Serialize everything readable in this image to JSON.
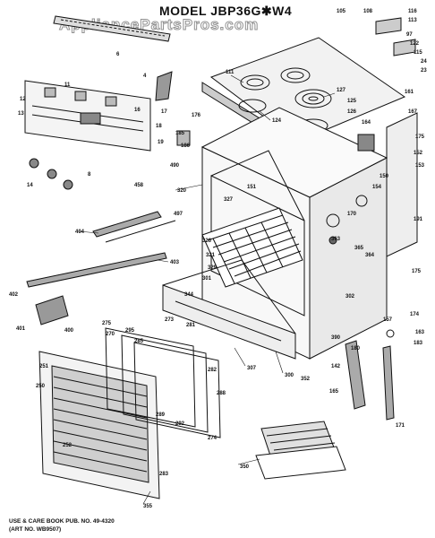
{
  "title": "MODEL  JBP36G✱W4",
  "watermark": "AppliancePartsPros.com",
  "footer": {
    "line1": "USE & CARE BOOK PUB. NO. 49-4320",
    "line2": "(ART NO. WB9507)"
  },
  "part_labels": {
    "l105": "105",
    "l108": "108",
    "l116": "116",
    "l113": "113",
    "l97": "97",
    "l122": "122",
    "l115": "115",
    "l24": "24",
    "l23": "23",
    "l111": "111",
    "l127": "127",
    "l124": "124",
    "l125": "125",
    "l126": "126",
    "l164": "164",
    "l161": "161",
    "l167": "167",
    "l175": "175",
    "l153": "153",
    "l191": "191",
    "l150": "150",
    "l154": "154",
    "l170": "170",
    "l363": "363",
    "l364": "364",
    "l365": "365",
    "l151": "151",
    "l327": "327",
    "l403": "403",
    "l404": "404",
    "l402": "402",
    "l401": "401",
    "l400": "400",
    "l497": "497",
    "l326": "326",
    "l320": "320",
    "l329": "329",
    "l321": "321",
    "l344": "344",
    "l307": "307",
    "l300": "300",
    "l302": "302",
    "l352": "352",
    "l157": "157",
    "l163": "163",
    "l180": "180",
    "l142": "142",
    "l165": "165",
    "l250": "250",
    "l251": "251",
    "l252": "252",
    "l270": "270",
    "l274": "274",
    "l275": "275",
    "l283": "283",
    "l285": "285",
    "l288": "288",
    "l281": "281",
    "l355": "355",
    "l350": "350",
    "l11": "11",
    "l13": "13",
    "l14": "14",
    "l16": "16",
    "l17": "17",
    "l18": "18",
    "l19": "19",
    "l6": "6",
    "l4": "4",
    "l8": "8",
    "l12": "12",
    "l490": "490",
    "l458": "458",
    "l301": "301",
    "l390": "390",
    "l174": "174",
    "l183": "183",
    "l171": "171",
    "l152": "152",
    "l185": "185",
    "l186": "186",
    "l176": "176",
    "l295": "295",
    "l292": "292",
    "l289": "289",
    "l273": "273",
    "l282": "282"
  }
}
